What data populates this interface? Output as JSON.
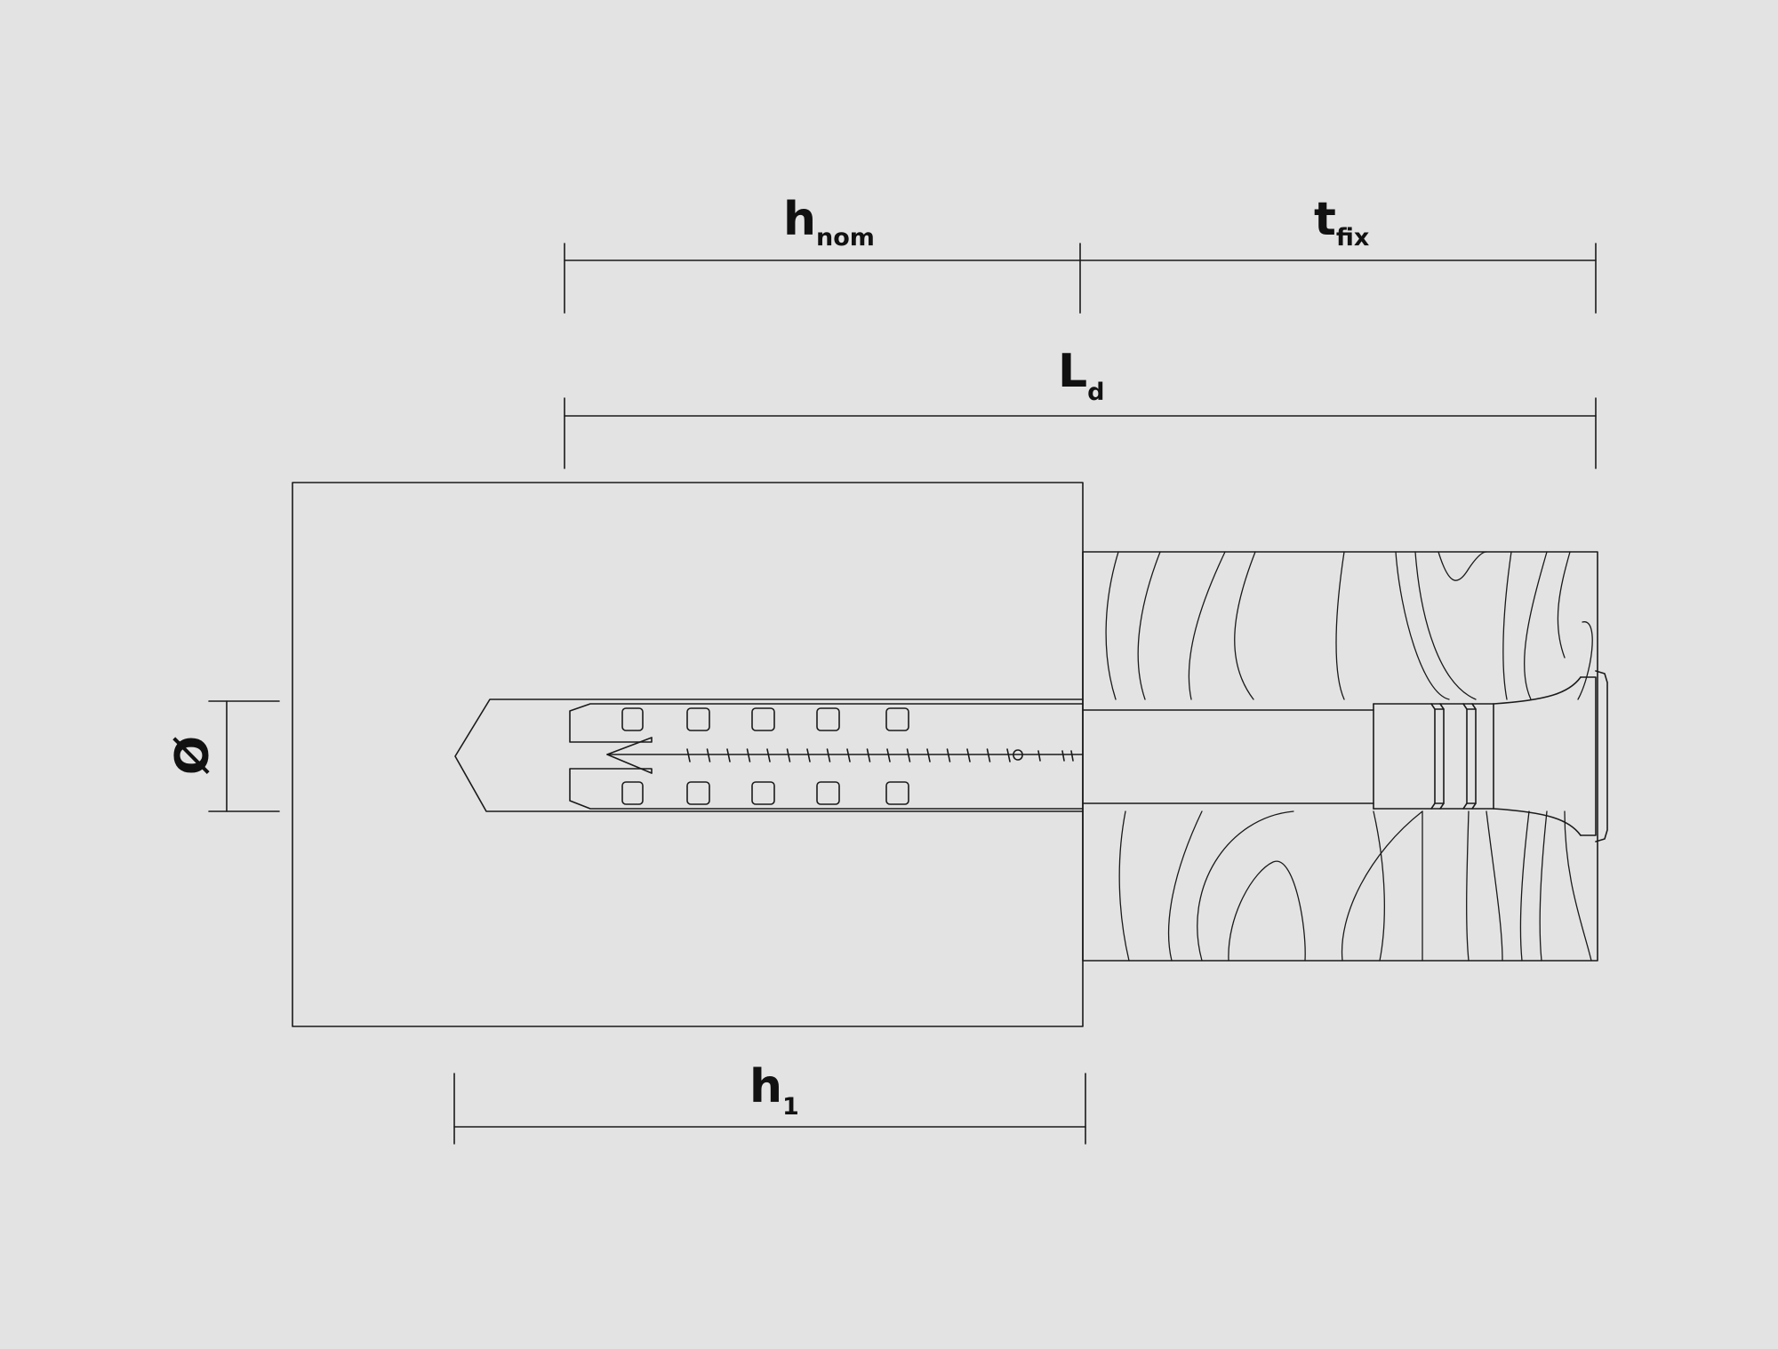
{
  "labels": {
    "h_nom": {
      "main": "h",
      "sub": "nom"
    },
    "t_fix": {
      "main": "t",
      "sub": "fix"
    },
    "L_d": {
      "main": "L",
      "sub": "d"
    },
    "h_1": {
      "main": "h",
      "sub": "1"
    },
    "diameter": "Ø"
  },
  "colors": {
    "background": "#e3e3e3",
    "line": "#1a1a1a",
    "text": "#111111"
  }
}
